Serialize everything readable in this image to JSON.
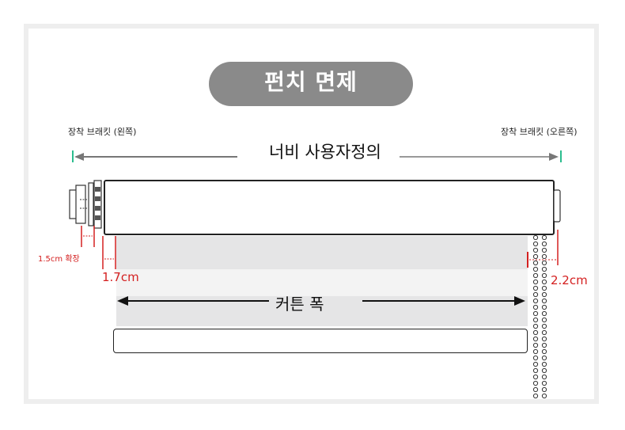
{
  "title": "펀치 면제",
  "bracket_left_label": "장착 브래킷 (왼쪽)",
  "bracket_right_label": "장착 브래킷 (오른쪽)",
  "width_label": "너비 사용자정의",
  "extension_label": "1.5cm 확장",
  "left_margin_label": "1.7cm",
  "right_margin_label": "2.2cm",
  "curtain_width_label": "커튼 폭",
  "colors": {
    "pill": "#8a8a8a",
    "frame": "#eeeeee",
    "accent_green": "#2bbd8e",
    "accent_red": "#d42020",
    "fabric": "#e5e5e6"
  },
  "icons": [
    "left-bracket-icon",
    "right-end-cap-icon",
    "bead-chain-icon"
  ]
}
